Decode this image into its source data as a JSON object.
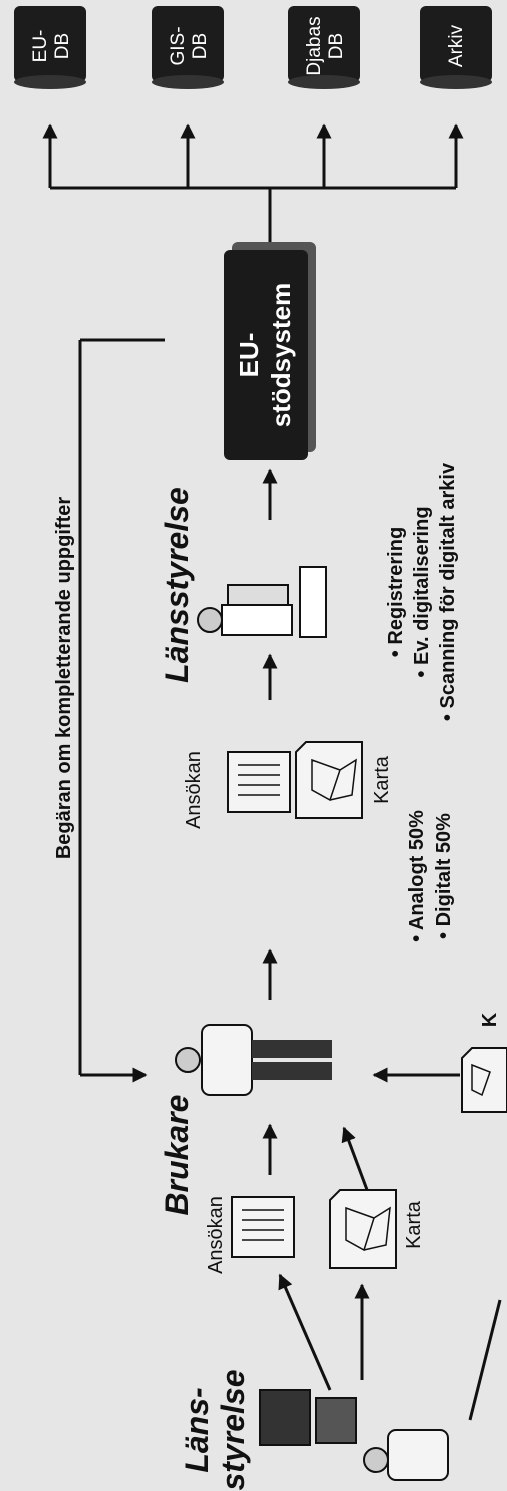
{
  "databases": [
    {
      "line1": "EU-",
      "line2": "DB"
    },
    {
      "line1": "GIS-",
      "line2": "DB"
    },
    {
      "line1": "Djabas",
      "line2": "DB"
    },
    {
      "line1": "Arkiv",
      "line2": ""
    }
  ],
  "support_system": {
    "line1": "EU-",
    "line2": "stödsystem"
  },
  "request_label": "Begäran om kompletterande uppgifter",
  "actors": {
    "lansstyrelse_top": "Länsstyrelse",
    "brukare": "Brukare",
    "lansstyrelse_bottom_1": "Läns-",
    "lansstyrelse_bottom_2": "styrelse"
  },
  "documents": {
    "ansokan_upper": "Ansökan",
    "karta_upper": "Karta",
    "ansokan_lower": "Ansökan",
    "karta_lower": "Karta",
    "karta_cut": "K"
  },
  "bullets_format": [
    "• Analogt 50%",
    "• Digitalt 50%"
  ],
  "bullets_processing": [
    "• Registrering",
    "• Ev. digitalisering",
    "• Scanning för digitalt arkiv"
  ]
}
